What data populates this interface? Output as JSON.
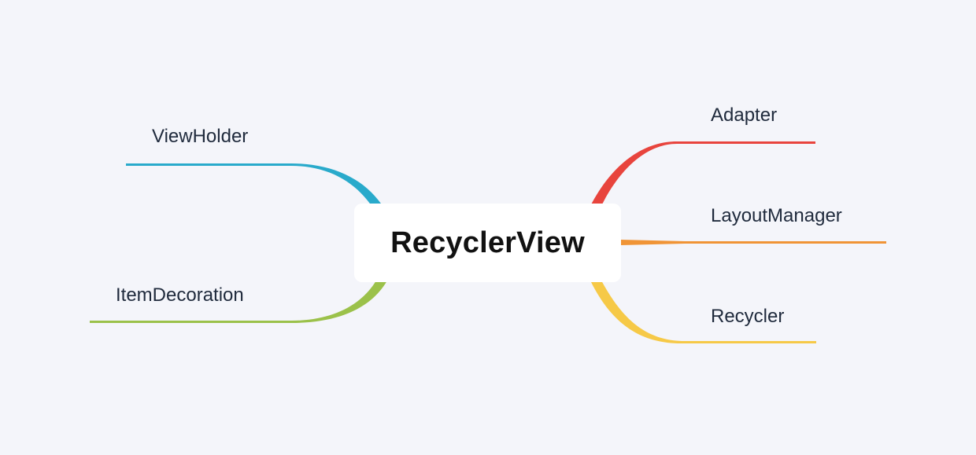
{
  "root": {
    "label": "RecyclerView"
  },
  "branches": [
    {
      "id": "viewholder",
      "label": "ViewHolder",
      "side": "left",
      "color": "#29aacb"
    },
    {
      "id": "itemdecoration",
      "label": "ItemDecoration",
      "side": "left",
      "color": "#9bc14a"
    },
    {
      "id": "adapter",
      "label": "Adapter",
      "side": "right",
      "color": "#e8443d"
    },
    {
      "id": "layoutmanager",
      "label": "LayoutManager",
      "side": "right",
      "color": "#f09436"
    },
    {
      "id": "recycler",
      "label": "Recycler",
      "side": "right",
      "color": "#f6c947"
    }
  ]
}
